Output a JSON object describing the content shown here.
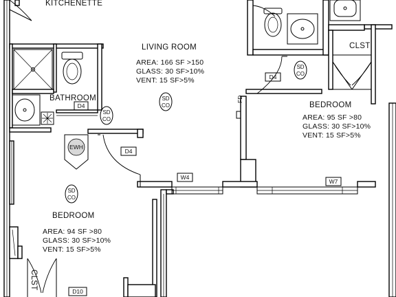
{
  "rooms": {
    "kitchenette": {
      "name": "KITCHENETTE"
    },
    "living_room": {
      "name": "LIVING ROOM",
      "area": "AREA:  166  SF  >150",
      "glass": "GLASS:  30  SF>10%",
      "vent": "VENT:  15  SF>5%"
    },
    "bathroom": {
      "name": "BATHROOM"
    },
    "bedroom_right": {
      "name": "BEDROOM",
      "area": "AREA:  95  SF  >80",
      "glass": "GLASS:  30  SF>10%",
      "vent": "VENT:  15  SF>5%"
    },
    "bedroom_left": {
      "name": "BEDROOM",
      "area": "AREA:  94  SF  >80",
      "glass": "GLASS:  30  SF>10%",
      "vent": "VENT:  15  SF>5%"
    },
    "closet_right": {
      "name": "CLST"
    },
    "closet_left": {
      "name": "CLST"
    }
  },
  "tags": {
    "d4_bath": "D4",
    "d4_hall": "D4",
    "d4_bed": "D4",
    "d10": "D10",
    "w4": "W4",
    "w7": "W7",
    "ewh": "EWH",
    "fd": "FD"
  },
  "detectors": {
    "line1": "SD",
    "line2": "CO"
  }
}
